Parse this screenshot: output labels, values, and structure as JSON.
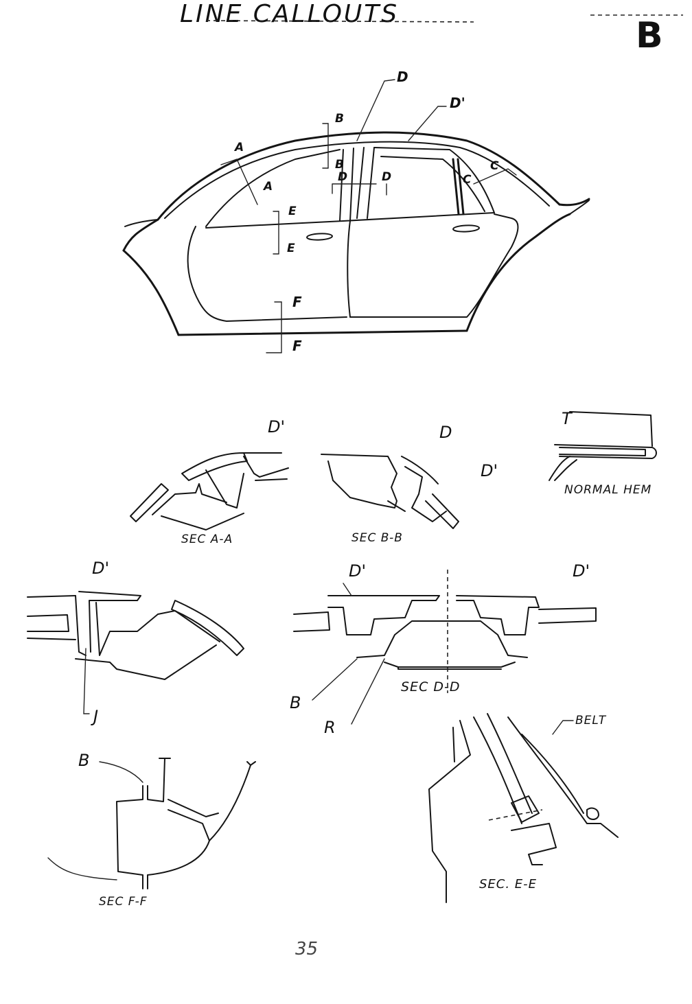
{
  "title": "LINE CALLOUTS",
  "page_letter": "B",
  "page_number": "35",
  "car_callouts": {
    "A_top": "A",
    "A_bottom": "A",
    "B_top": "B",
    "B_bottom": "B",
    "C_top": "C",
    "C_bottom": "C",
    "D_top": "D",
    "D_prime_top": "D'",
    "D_left": "D",
    "D_right": "D",
    "E_top": "E",
    "E_bottom": "E",
    "F_top": "F",
    "F_bottom": "F"
  },
  "sections": {
    "a_a": {
      "caption": "SEC A-A",
      "label": "D'"
    },
    "b_b": {
      "caption": "SEC B-B",
      "label_d": "D",
      "label_d_prime": "D'"
    },
    "hem": {
      "caption": "NORMAL HEM",
      "label": "T"
    },
    "left_mid": {
      "label_d_prime": "D'",
      "label_j": "J"
    },
    "d_d": {
      "caption": "SEC D-D",
      "label_d_prime_left": "D'",
      "label_d_prime_right": "D'",
      "label_b": "B",
      "label_r": "R"
    },
    "f_f": {
      "caption": "SEC F-F",
      "label_b": "B"
    },
    "e_e": {
      "caption": "SEC. E-E",
      "label_belt": "BELT"
    }
  }
}
